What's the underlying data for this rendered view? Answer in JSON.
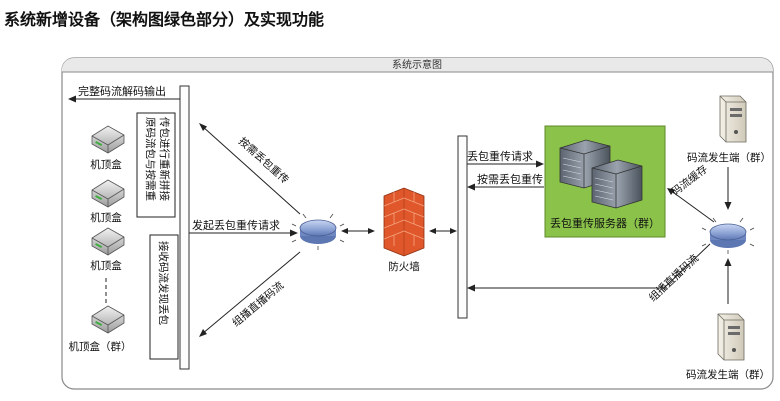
{
  "heading": "系统新增设备（架构图绿色部分）及实现功能",
  "diagram": {
    "frame_title": "系统示意图",
    "colors": {
      "server_box": "#8bc34a",
      "router": "#8fa6d6",
      "firewall": "#e0572b",
      "frame_border": "#8a8a8a",
      "title_bar": "#e9e9e9"
    },
    "labels": {
      "output": "完整码流解码输出",
      "stb": "机顶盒",
      "stb_group": "机顶盒（群）",
      "merge_left": "原码流包与按需重",
      "merge_right": "传包进行重新拼接",
      "detect_loss": "接收码流发现丢包",
      "initiate_request": "发起丢包重传请求",
      "on_demand_resend_left": "按需丢包重传",
      "multicast_left": "组播直播码流",
      "firewall": "防火墙",
      "loss_request": "丢包重传请求",
      "on_demand_resend_right": "按需丢包重传",
      "server_group": "丢包重传服务器（群）",
      "stream_cache": "码流缓存",
      "multicast_right": "组播直播码流",
      "source_top": "码流发生端（群）",
      "source_bottom": "码流发生端（群）"
    },
    "icons": {
      "stb": "set-top-box-icon",
      "router": "router-icon",
      "firewall": "firewall-icon",
      "server": "server-rack-icon",
      "source": "tower-pc-icon"
    }
  }
}
